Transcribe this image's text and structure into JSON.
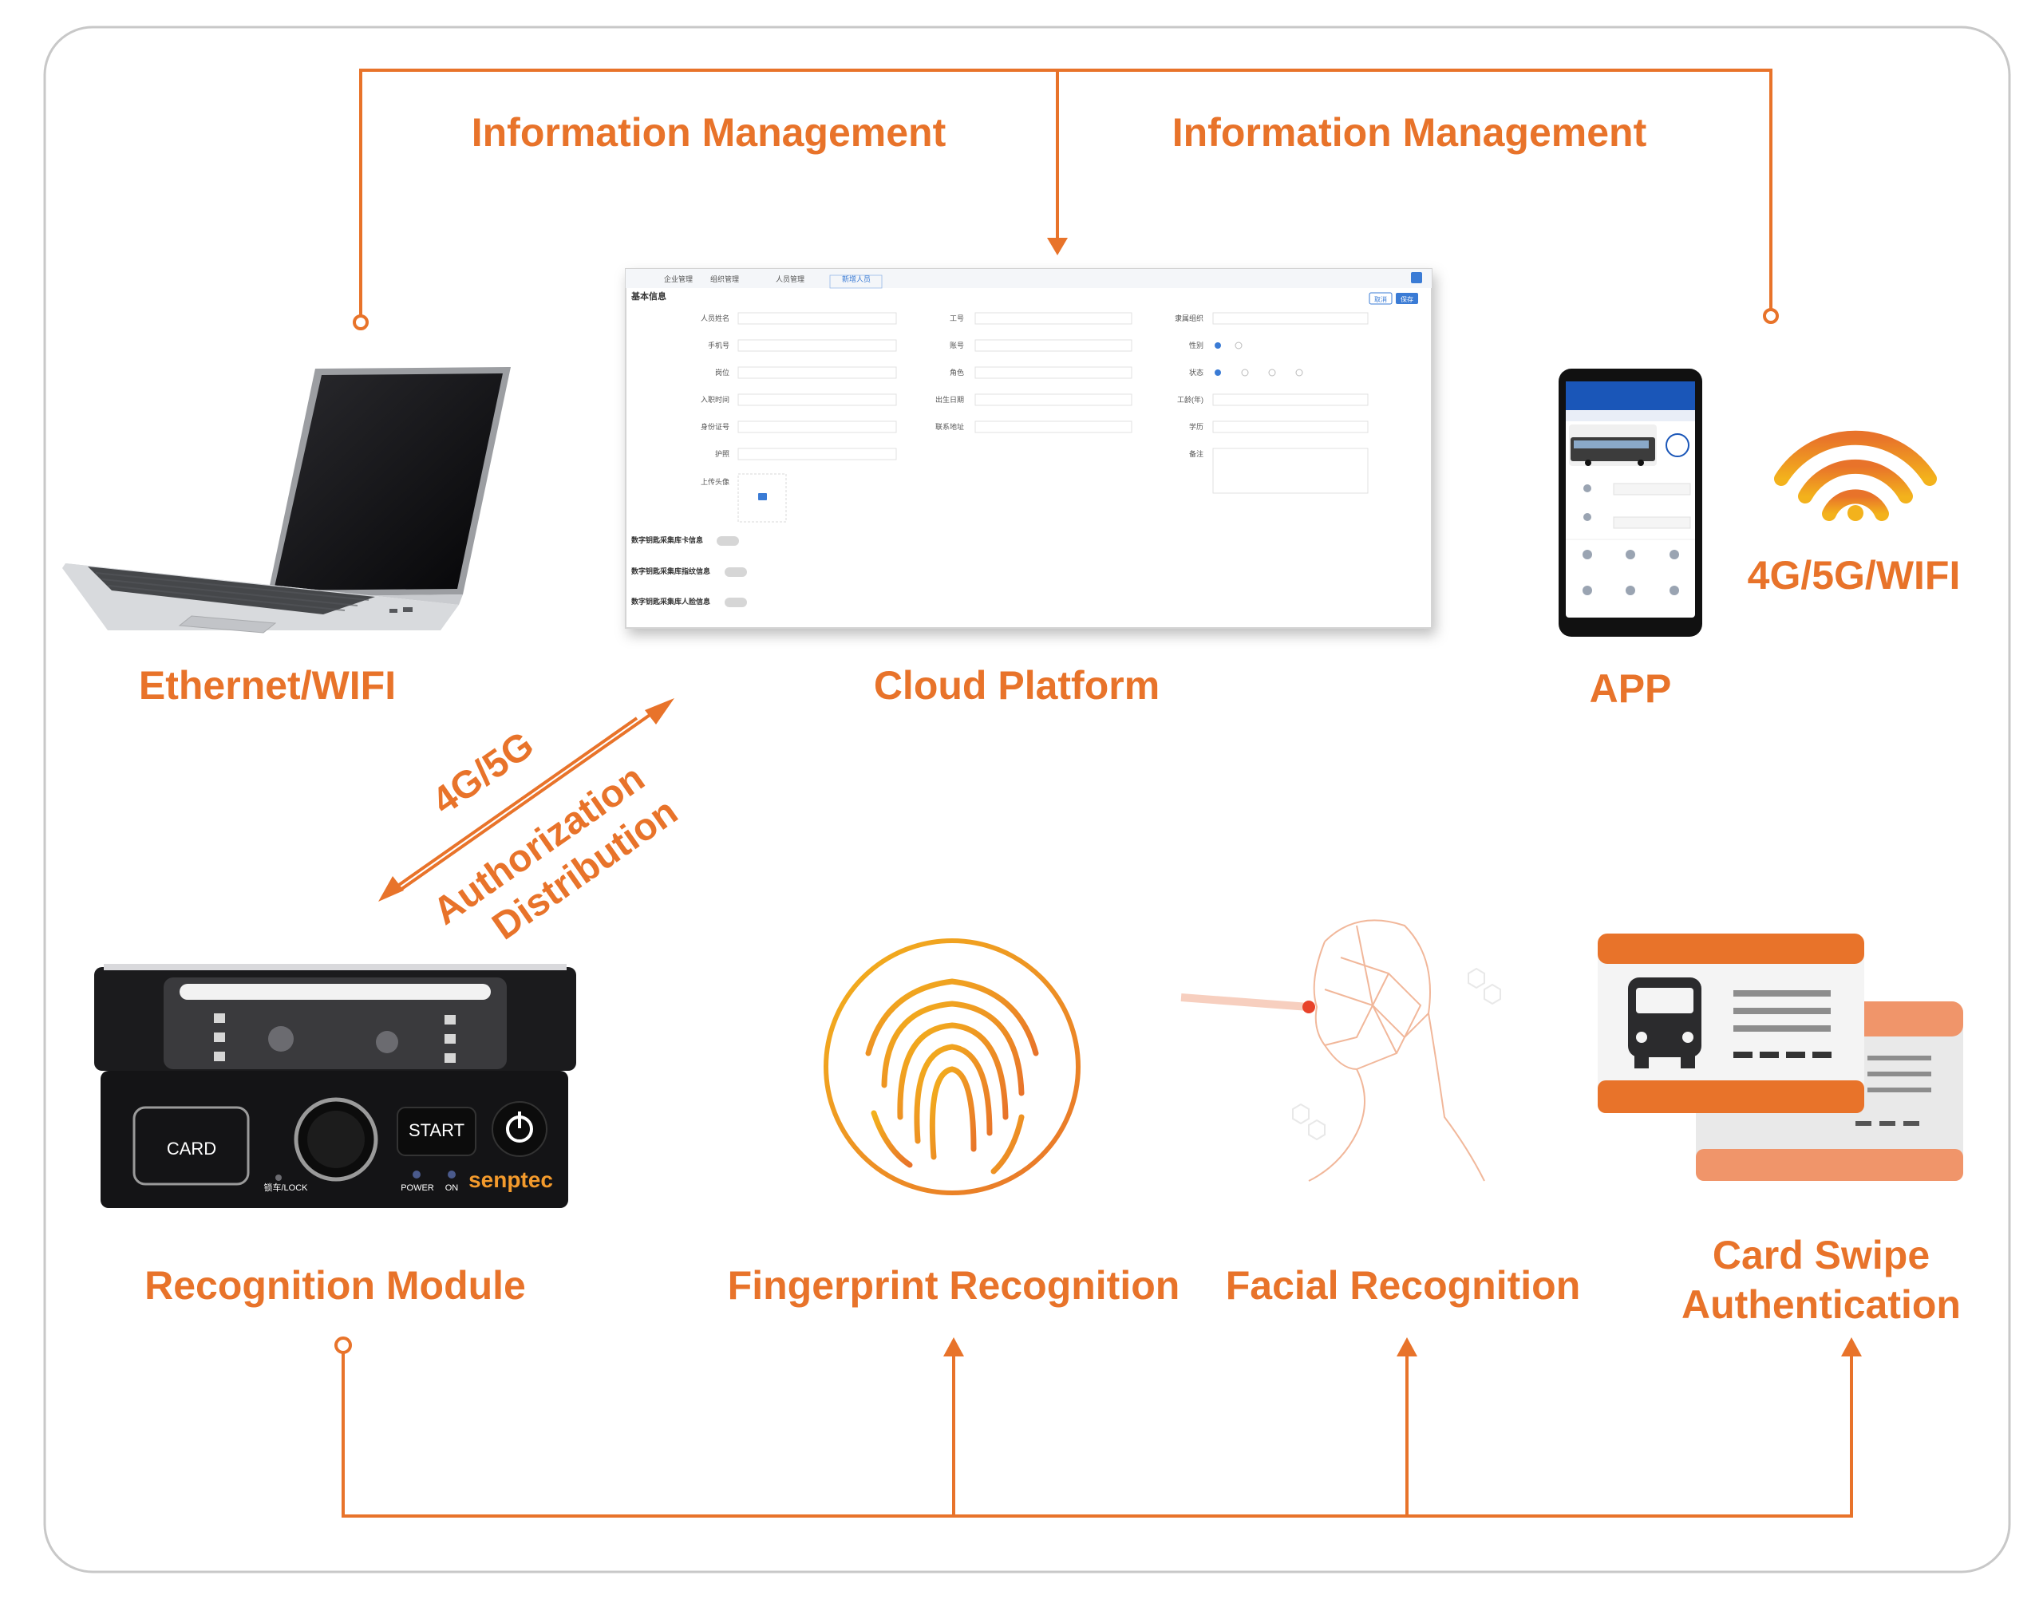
{
  "labels": {
    "info_mgmt_left": "Information Management",
    "info_mgmt_right": "Information Management",
    "ethernet_wifi": "Ethernet/WIFI",
    "cloud_platform": "Cloud Platform",
    "app": "APP",
    "wireless": "4G/5G/WIFI",
    "link_net": "4G/5G",
    "link_auth": "Authorization",
    "link_dist": "Distribution",
    "recognition_module": "Recognition Module",
    "fingerprint": "Fingerprint Recognition",
    "facial": "Facial Recognition",
    "card_swipe_1": "Card Swipe",
    "card_swipe_2": "Authentication"
  },
  "device": {
    "card_btn": "CARD",
    "start_btn": "START",
    "lock_label": "锁车/LOCK",
    "power_label": "POWER",
    "on_label": "ON",
    "brand": "senptec"
  },
  "cloud_ui": {
    "tabs": [
      "企业管理",
      "组织管理",
      "人员管理",
      "新增人员"
    ],
    "section_title": "基本信息",
    "btn_cancel": "取消",
    "btn_save": "保存",
    "fields_col1": [
      "人员姓名",
      "手机号",
      "岗位",
      "入职时间",
      "身份证号",
      "护照",
      "上传头像"
    ],
    "fields_col2": [
      "工号",
      "账号",
      "角色",
      "出生日期",
      "联系地址"
    ],
    "fields_col3": [
      "隶属组织",
      "性别",
      "状态",
      "工龄(年)",
      "学历",
      "备注"
    ],
    "toggles": [
      "数字钥匙采集库卡信息",
      "数字钥匙采集库指纹信息",
      "数字钥匙采集库人脸信息"
    ]
  },
  "colors": {
    "accent": "#e8732a",
    "frame": "#cccccc",
    "device_body": "#1d1d1f"
  }
}
